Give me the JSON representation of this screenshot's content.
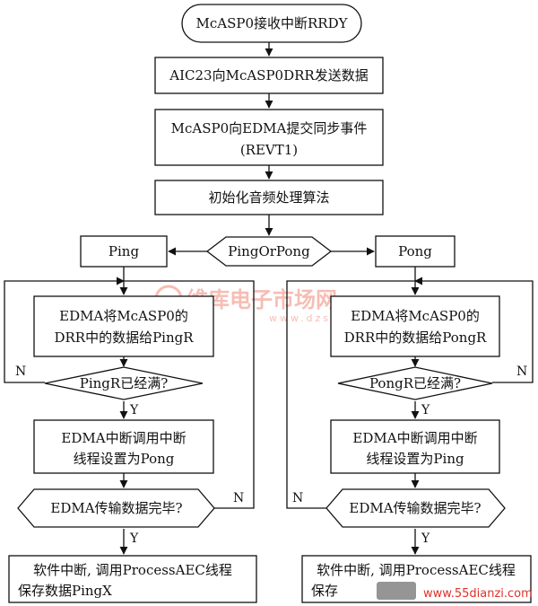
{
  "nodes": {
    "start": "McASP0接收中断RRDY",
    "aic23_send": "AIC23向McASP0DRR发送数据",
    "submit_event_1": "McASP0向EDMA提交同步事件",
    "submit_event_2": "(REVT1)",
    "init_algorithm": "初始化音频处理算法",
    "pingorpong": "PingOrPong",
    "ping": "Ping",
    "pong": "Pong",
    "ping_edma_1": "EDMA将McASP0的",
    "ping_edma_2": "DRR中的数据给PingR",
    "pong_edma_1": "EDMA将McASP0的",
    "pong_edma_2": "DRR中的数据给PongR",
    "ping_full": "PingR已经满?",
    "pong_full": "PongR已经满?",
    "ping_interrupt_1": "EDMA中断调用中断",
    "ping_interrupt_2": "线程设置为Pong",
    "pong_interrupt_1": "EDMA中断调用中断",
    "pong_interrupt_2": "线程设置为Ping",
    "ping_transfer_done": "EDMA传输数据完毕?",
    "pong_transfer_done": "EDMA传输数据完毕?",
    "ping_soft_1": "软件中断, 调用ProcessAEC线程",
    "ping_soft_2": "保存数据PingX",
    "pong_soft_1": "软件中断, 调用ProcessAEC线程",
    "pong_soft_2": "保存"
  },
  "flags": {
    "yes": "Y",
    "no": "N"
  },
  "watermarks": {
    "center_logo": "维库电子市场网",
    "center_url": "www.dzsc.com",
    "corner_url": "www.55dianzi.com"
  },
  "colors": {
    "ink": "#111111",
    "watermark_red": "#e8452c",
    "corner_url_red": "#e0312a"
  }
}
